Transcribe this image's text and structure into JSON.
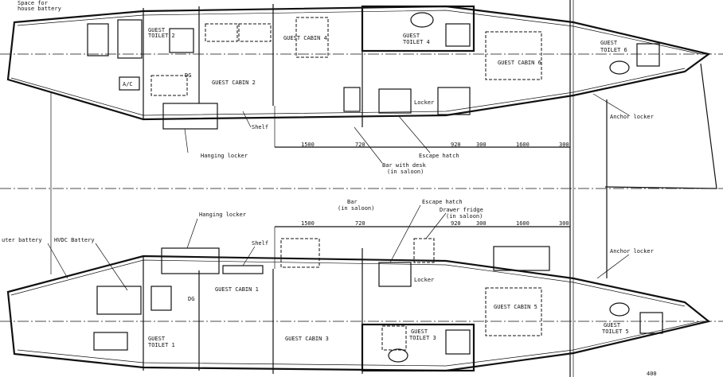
{
  "drawing": {
    "accent_color": "#111111",
    "top_hull": {
      "labels": {
        "space_for_1": "Space for",
        "space_for_2": "house battery",
        "ac": "A/C",
        "dg": "DG",
        "guest_toilet_2_a": "GUEST",
        "guest_toilet_2_b": "TOILET 2",
        "guest_cabin_2": "GUEST CABIN 2",
        "guest_cabin_4": "GUEST CABIN 4",
        "guest_toilet_4_a": "GUEST",
        "guest_toilet_4_b": "TOILET 4",
        "locker": "Locker",
        "guest_cabin_6": "GUEST CABIN 6",
        "guest_toilet_6_a": "GUEST",
        "guest_toilet_6_b": "TOILET 6",
        "anchor_locker": "Anchor locker",
        "hanging_locker": "Hanging locker",
        "shelf": "Shelf",
        "escape_hatch": "Escape hatch",
        "bar_desk_1": "Bar with desk",
        "bar_desk_2": "(in saloon)"
      },
      "dimensions": [
        "1500",
        "720",
        "920",
        "300",
        "1600",
        "300"
      ]
    },
    "bottom_hull": {
      "labels": {
        "outer_battery": "uter battery",
        "hvdc_battery": "HVDC Battery",
        "hanging_locker": "Hanging locker",
        "shelf": "Shelf",
        "bar_1": "Bar",
        "bar_2": "(in saloon)",
        "escape_hatch": "Escape hatch",
        "fridge_1": "Drawer fridge",
        "fridge_2": "(in saloon)",
        "dg": "DG",
        "guest_cabin_1": "GUEST CABIN 1",
        "guest_toilet_1_a": "GUEST",
        "guest_toilet_1_b": "TOILET 1",
        "guest_cabin_3": "GUEST CABIN 3",
        "guest_toilet_3_a": "GUEST",
        "guest_toilet_3_b": "TOILET 3",
        "locker": "Locker",
        "guest_cabin_5": "GUEST CABIN 5",
        "guest_toilet_5_a": "GUEST",
        "guest_toilet_5_b": "TOILET 5",
        "anchor_locker": "Anchor locker",
        "dim_400": "400"
      },
      "dimensions": [
        "1500",
        "720",
        "920",
        "300",
        "1600",
        "300"
      ]
    }
  }
}
